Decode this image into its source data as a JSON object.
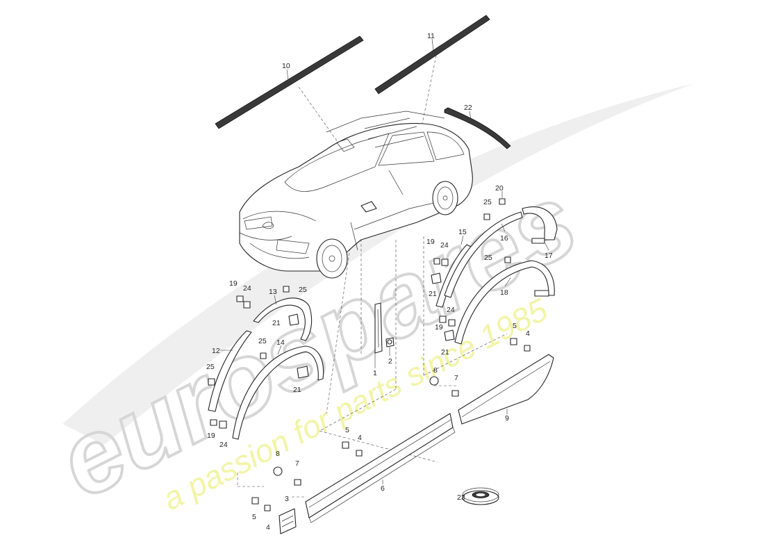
{
  "watermark": {
    "brand": "eurospares",
    "tagline": "a passion for parts since 1985",
    "brand_color": "#d8d8d8",
    "tagline_color": "#eef08a"
  },
  "callouts": [
    {
      "id": "c1",
      "label": "1"
    },
    {
      "id": "c2",
      "label": "2"
    },
    {
      "id": "c3",
      "label": "3"
    },
    {
      "id": "c4a",
      "label": "4"
    },
    {
      "id": "c4b",
      "label": "4"
    },
    {
      "id": "c4c",
      "label": "4"
    },
    {
      "id": "c5a",
      "label": "5"
    },
    {
      "id": "c5b",
      "label": "5"
    },
    {
      "id": "c5c",
      "label": "5"
    },
    {
      "id": "c6",
      "label": "6"
    },
    {
      "id": "c7a",
      "label": "7"
    },
    {
      "id": "c7b",
      "label": "7"
    },
    {
      "id": "c8a",
      "label": "8"
    },
    {
      "id": "c8b",
      "label": "8"
    },
    {
      "id": "c9",
      "label": "9"
    },
    {
      "id": "c10",
      "label": "10"
    },
    {
      "id": "c11",
      "label": "11"
    },
    {
      "id": "c12",
      "label": "12"
    },
    {
      "id": "c13",
      "label": "13"
    },
    {
      "id": "c14",
      "label": "14"
    },
    {
      "id": "c15",
      "label": "15"
    },
    {
      "id": "c16",
      "label": "16"
    },
    {
      "id": "c17",
      "label": "17"
    },
    {
      "id": "c18",
      "label": "18"
    },
    {
      "id": "c19a",
      "label": "19"
    },
    {
      "id": "c19b",
      "label": "19"
    },
    {
      "id": "c19c",
      "label": "19"
    },
    {
      "id": "c19d",
      "label": "19"
    },
    {
      "id": "c20",
      "label": "20"
    },
    {
      "id": "c21a",
      "label": "21"
    },
    {
      "id": "c21b",
      "label": "21"
    },
    {
      "id": "c21c",
      "label": "21"
    },
    {
      "id": "c21d",
      "label": "21"
    },
    {
      "id": "c22",
      "label": "22"
    },
    {
      "id": "c23",
      "label": "23"
    },
    {
      "id": "c24a",
      "label": "24"
    },
    {
      "id": "c24b",
      "label": "24"
    },
    {
      "id": "c24c",
      "label": "24"
    },
    {
      "id": "c24d",
      "label": "24"
    },
    {
      "id": "c25a",
      "label": "25"
    },
    {
      "id": "c25b",
      "label": "25"
    },
    {
      "id": "c25c",
      "label": "25"
    },
    {
      "id": "c25d",
      "label": "25"
    },
    {
      "id": "c25e",
      "label": "25"
    },
    {
      "id": "c25f",
      "label": "25"
    }
  ]
}
